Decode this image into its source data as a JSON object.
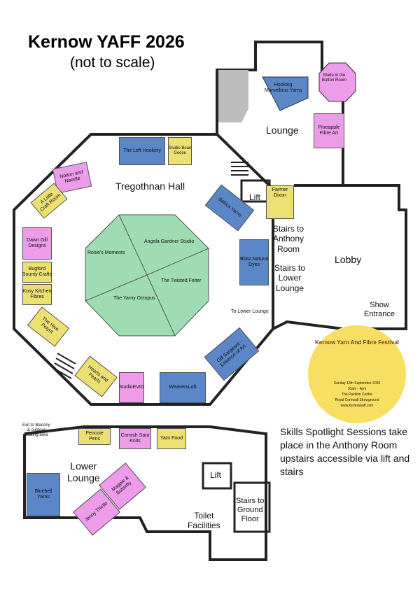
{
  "header": {
    "title": "Kernow YAFF 2026",
    "subtitle": "(not to scale)"
  },
  "rooms": {
    "hall": "Tregothnan Hall",
    "lounge": "Lounge",
    "lobby": "Lobby",
    "lift_top": "Lift",
    "stairs_anthony": "Stairs to\nAnthony\nRoom",
    "stairs_lower": "Stairs to\nLower\nLounge",
    "show_entrance": "Show\nEntrance",
    "to_lower_lounge": "To Lower Lounge",
    "lower_lounge": "Lower\nLounge",
    "balcony": "Exit to Balcony\n& outdoor\nseating area",
    "lift_bottom": "Lift",
    "toilets": "Toilet\nFacilities",
    "stairs_ground": "Stairs to\nGround\nFloor"
  },
  "stalls": {
    "hooking": "Hooking\nMarvellous Yarns",
    "button_room": "Made in the\nButton Room",
    "pineapple": "Pineapple\nFibre Art",
    "left_hookery": "The Left Hookery",
    "studio_bean": "Studio Bean\nGoose",
    "notion": "Notion and\nNeedle",
    "little_craft": "A Little\nCraft Room",
    "bellica": "Bellica Yarns",
    "farmer_dixon": "Farmer Dixon",
    "dawn_gill": "Dawn Gill\nDesigns",
    "bugford": "Bugford\nBounty Crafts",
    "kosy": "Kosy Kitchen\nFibres",
    "blotz": "Blotz Natural\nDyes",
    "hive": "The Hive\nPelynt",
    "gill": "Gill Sargeant -\nEssence of Art",
    "hearts": "Hearts and\nPearls",
    "studioevig": "StudioEVIG",
    "weaversloft": "WeaversLoft",
    "pencoie": "Pencoie Pens",
    "cornish_sara": "Cornish Sara\nKnits",
    "yarn_food": "Yarn Food",
    "bluebell": "Bluebell Yarns",
    "magpie": "Magpie &\nButterfly",
    "jenny": "Jenny Thirtle"
  },
  "central": {
    "rosie": "Rosie's Moments",
    "angela": "Angela Gardner Studio",
    "twisted": "The Twisted Felter",
    "yarny": "The Yarny Octopus"
  },
  "badge": {
    "name": "Kernow Yarn And Fibre Festival",
    "date": "Sunday 13th September 2026",
    "time": "10am - 4pm",
    "venue": "The Pavilion Centre",
    "place": "Royal Cornwall Showground",
    "web": "www.kernowyaff.com"
  },
  "skills": "Skills Spotlight Sessions take place in the Anthony Room upstairs accessible via lift and stairs",
  "colors": {
    "blue": "#5b86c7",
    "pink": "#ec9ce9",
    "yellow": "#ece073",
    "green": "#9fdcb4",
    "badge": "#f7df63"
  }
}
